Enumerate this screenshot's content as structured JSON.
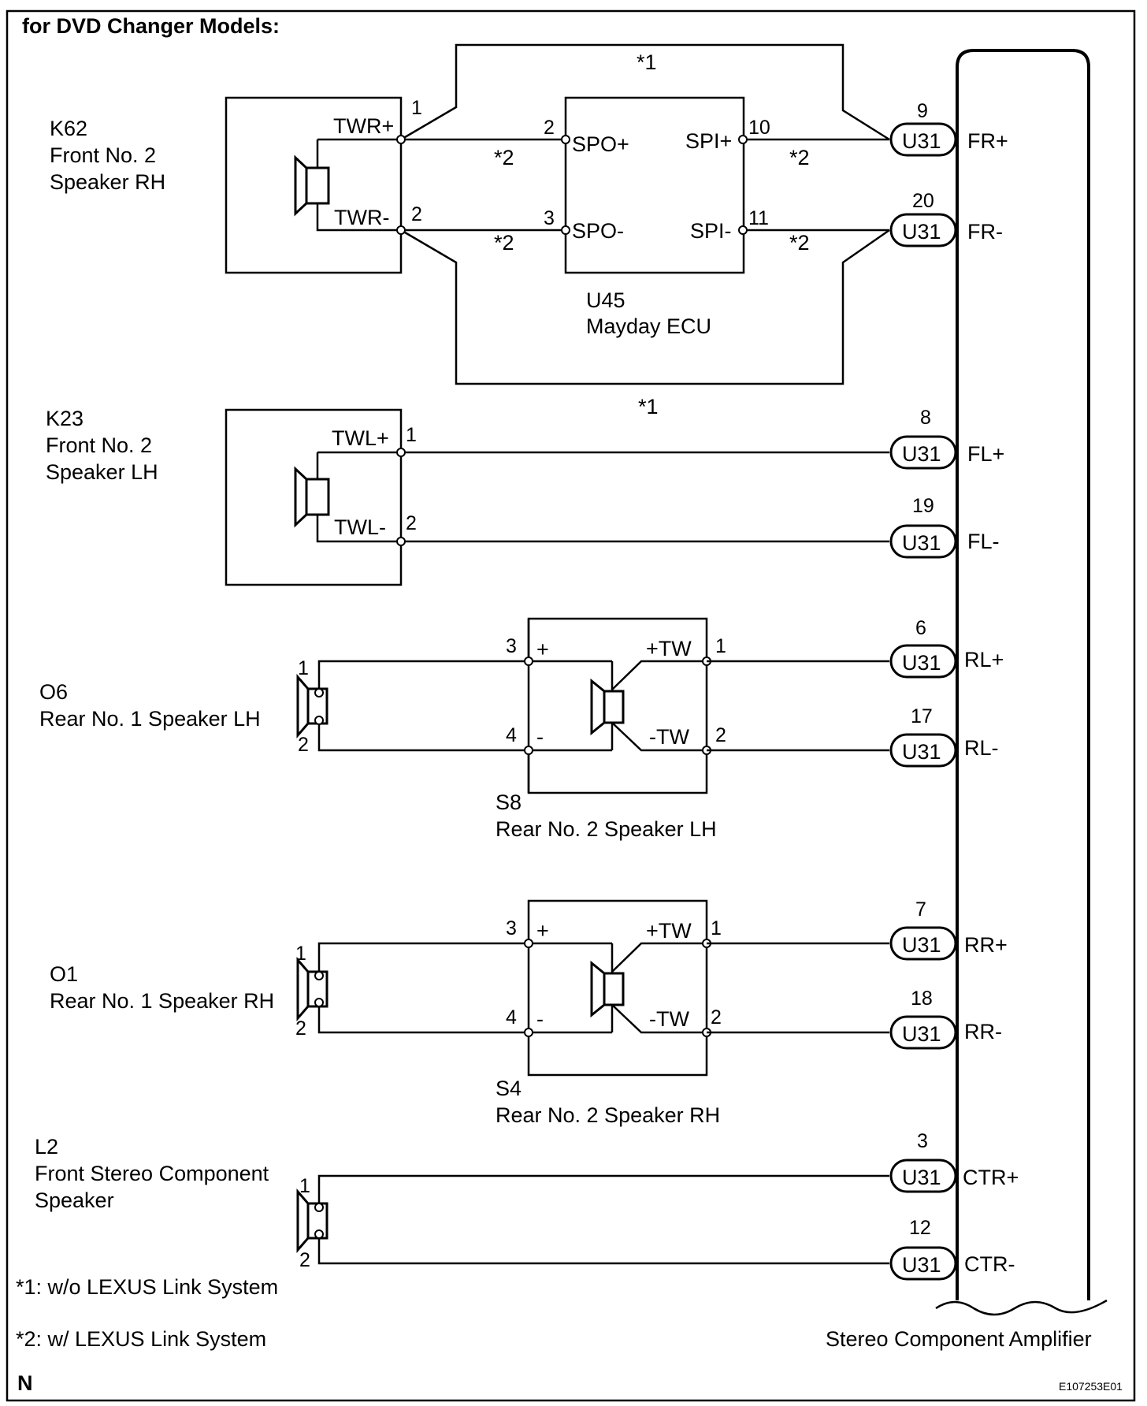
{
  "header": "for DVD Changer Models:",
  "connector_id": "U31",
  "components": {
    "k62": {
      "code": "K62",
      "line1": "Front No. 2",
      "line2": "Speaker RH",
      "pos": "TWR+",
      "neg": "TWR-",
      "pin_pos": "1",
      "pin_neg": "2"
    },
    "k23": {
      "code": "K23",
      "line1": "Front No. 2",
      "line2": "Speaker LH",
      "pos": "TWL+",
      "neg": "TWL-",
      "pin_pos": "1",
      "pin_neg": "2"
    },
    "u45": {
      "code": "U45",
      "name": "Mayday ECU",
      "spo_pos": "SPO+",
      "spo_neg": "SPO-",
      "spi_pos": "SPI+",
      "spi_neg": "SPI-",
      "pin_spo_pos": "2",
      "pin_spo_neg": "3",
      "pin_spi_pos": "10",
      "pin_spi_neg": "11"
    },
    "o6": {
      "code": "O6",
      "name": "Rear No. 1 Speaker LH",
      "pin1": "1",
      "pin2": "2"
    },
    "s8": {
      "code": "S8",
      "name": "Rear No. 2 Speaker LH",
      "plus": "+",
      "minus": "-",
      "tw_pos": "+TW",
      "tw_neg": "-TW",
      "pin3": "3",
      "pin4": "4",
      "pin1": "1",
      "pin2": "2"
    },
    "o1": {
      "code": "O1",
      "name": "Rear No. 1 Speaker RH",
      "pin1": "1",
      "pin2": "2"
    },
    "s4": {
      "code": "S4",
      "name": "Rear No. 2 Speaker RH",
      "plus": "+",
      "minus": "-",
      "tw_pos": "+TW",
      "tw_neg": "-TW",
      "pin3": "3",
      "pin4": "4",
      "pin1": "1",
      "pin2": "2"
    },
    "l2": {
      "code": "L2",
      "line1": "Front Stereo Component",
      "line2": "Speaker",
      "pin1": "1",
      "pin2": "2"
    },
    "amp": {
      "name": "Stereo Component Amplifier"
    }
  },
  "amp_pins": [
    {
      "num": "9",
      "signal": "FR+"
    },
    {
      "num": "20",
      "signal": "FR-"
    },
    {
      "num": "8",
      "signal": "FL+"
    },
    {
      "num": "19",
      "signal": "FL-"
    },
    {
      "num": "6",
      "signal": "RL+"
    },
    {
      "num": "17",
      "signal": "RL-"
    },
    {
      "num": "7",
      "signal": "RR+"
    },
    {
      "num": "18",
      "signal": "RR-"
    },
    {
      "num": "3",
      "signal": "CTR+"
    },
    {
      "num": "12",
      "signal": "CTR-"
    }
  ],
  "route_marks": {
    "without_link": "*1",
    "with_link": "*2"
  },
  "notes": {
    "note1": "*1: w/o LEXUS Link System",
    "note2": "*2: w/ LEXUS Link System"
  },
  "corner_letter": "N",
  "figure_code": "E107253E01"
}
